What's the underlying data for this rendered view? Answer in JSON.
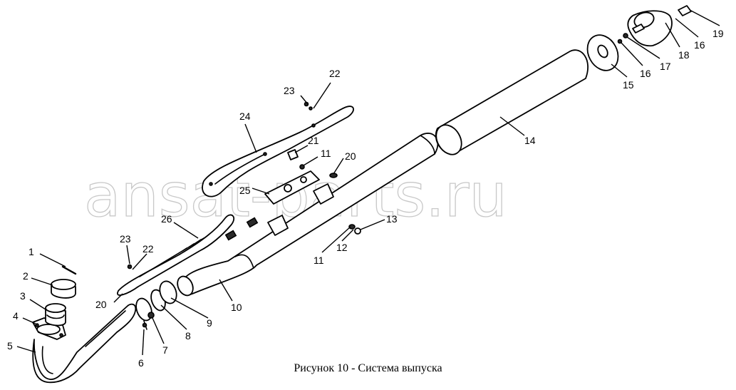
{
  "figure": {
    "caption": "Рисунок 10 - Система выпуска",
    "watermark": "ansat-parts.ru"
  },
  "callouts": [
    {
      "id": "c1",
      "text": "1"
    },
    {
      "id": "c2",
      "text": "2"
    },
    {
      "id": "c3",
      "text": "3"
    },
    {
      "id": "c4",
      "text": "4"
    },
    {
      "id": "c5",
      "text": "5"
    },
    {
      "id": "c6",
      "text": "6"
    },
    {
      "id": "c7",
      "text": "7"
    },
    {
      "id": "c8",
      "text": "8"
    },
    {
      "id": "c9",
      "text": "9"
    },
    {
      "id": "c10",
      "text": "10"
    },
    {
      "id": "c11a",
      "text": "11"
    },
    {
      "id": "c11b",
      "text": "11"
    },
    {
      "id": "c12",
      "text": "12"
    },
    {
      "id": "c13",
      "text": "13"
    },
    {
      "id": "c14",
      "text": "14"
    },
    {
      "id": "c15",
      "text": "15"
    },
    {
      "id": "c16a",
      "text": "16"
    },
    {
      "id": "c16b",
      "text": "16"
    },
    {
      "id": "c17",
      "text": "17"
    },
    {
      "id": "c18",
      "text": "18"
    },
    {
      "id": "c19",
      "text": "19"
    },
    {
      "id": "c20a",
      "text": "20"
    },
    {
      "id": "c20b",
      "text": "20"
    },
    {
      "id": "c21",
      "text": "21"
    },
    {
      "id": "c22a",
      "text": "22"
    },
    {
      "id": "c22b",
      "text": "22"
    },
    {
      "id": "c23a",
      "text": "23"
    },
    {
      "id": "c23b",
      "text": "23"
    },
    {
      "id": "c24",
      "text": "24"
    },
    {
      "id": "c25",
      "text": "25"
    },
    {
      "id": "c26",
      "text": "26"
    }
  ]
}
